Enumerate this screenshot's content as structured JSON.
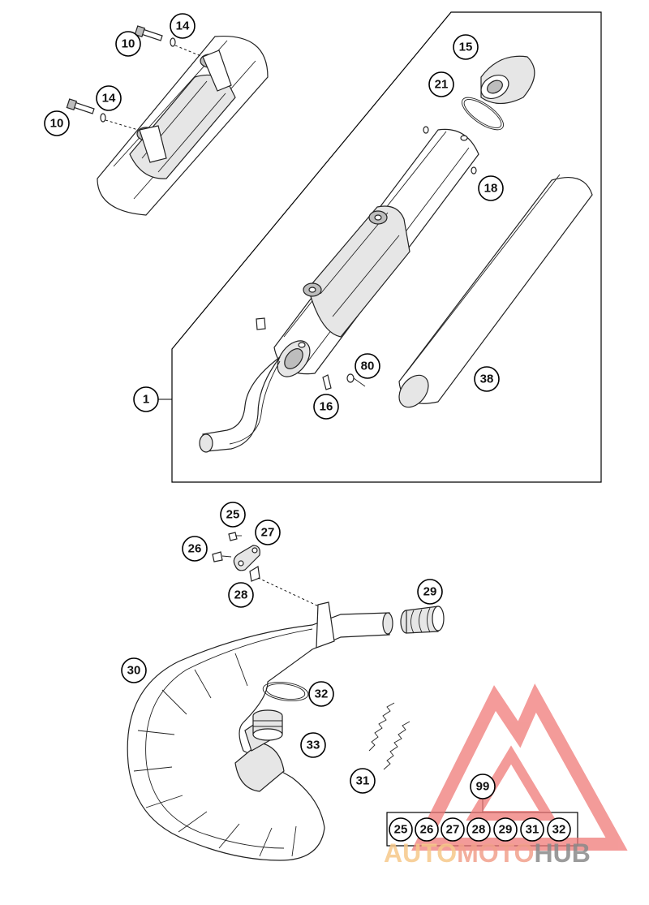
{
  "callouts": {
    "c10a": "10",
    "c14a": "14",
    "c10b": "10",
    "c14b": "14",
    "c15": "15",
    "c21": "21",
    "c18": "18",
    "c80": "80",
    "c16": "16",
    "c1": "1",
    "c38": "38",
    "c25": "25",
    "c27": "27",
    "c26": "26",
    "c28": "28",
    "c29": "29",
    "c30": "30",
    "c32": "32",
    "c33": "33",
    "c31": "31",
    "c99": "99"
  },
  "kit": {
    "items": [
      "25",
      "26",
      "27",
      "28",
      "29",
      "31",
      "32"
    ]
  },
  "watermark": {
    "part1": "AUTO",
    "part2": "MOTO",
    "part3": "HUB",
    "color_auto": "#f6c88a",
    "color_moto": "#f2a08c",
    "color_hub": "#8a8a8a",
    "logo_color": "#f07a78"
  }
}
